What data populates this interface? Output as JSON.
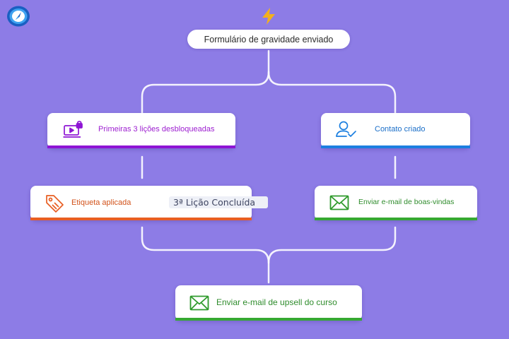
{
  "trigger": {
    "label": "Formulário de gravidade enviado"
  },
  "nodes": {
    "lessons": {
      "label": "Primeiras 3 lições desbloqueadas",
      "color": "#9d1fd0",
      "bar": "#8e14d4"
    },
    "contact": {
      "label": "Contato criado",
      "color": "#1a6ec8",
      "bar": "#1c7fe0"
    },
    "tag": {
      "label": "Etiqueta aplicada",
      "value": "3ª Lição Concluída",
      "color": "#d2521a",
      "bar": "#e85e22"
    },
    "welcome": {
      "label": "Enviar e-mail de boas-vindas",
      "color": "#2f8c2c",
      "bar": "#36a832"
    },
    "upsell": {
      "label": "Enviar e-mail de upsell do curso",
      "color": "#2f8c2c",
      "bar": "#36a832"
    }
  },
  "icons": {
    "logo": "compass-logo-icon",
    "trigger": "lightning-bolt-icon",
    "lessons": "video-lock-icon",
    "contact": "user-check-icon",
    "tag": "tag-icon",
    "welcome": "envelope-icon",
    "upsell": "envelope-icon"
  },
  "colors": {
    "background": "#8d7ce6",
    "connector": "#ffffff",
    "bolt": "#f2b01e"
  }
}
